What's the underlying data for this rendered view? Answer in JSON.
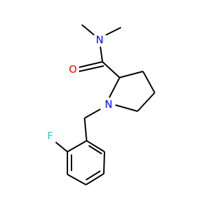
{
  "molecule": {
    "atoms": {
      "N_amide": {
        "symbol": "N",
        "color": "#0000ff"
      },
      "O": {
        "symbol": "O",
        "color": "#ff0000"
      },
      "N_ring": {
        "symbol": "N",
        "color": "#0000ff"
      },
      "F": {
        "symbol": "F",
        "color": "#33cccc"
      }
    },
    "bond_color": "#000000"
  }
}
